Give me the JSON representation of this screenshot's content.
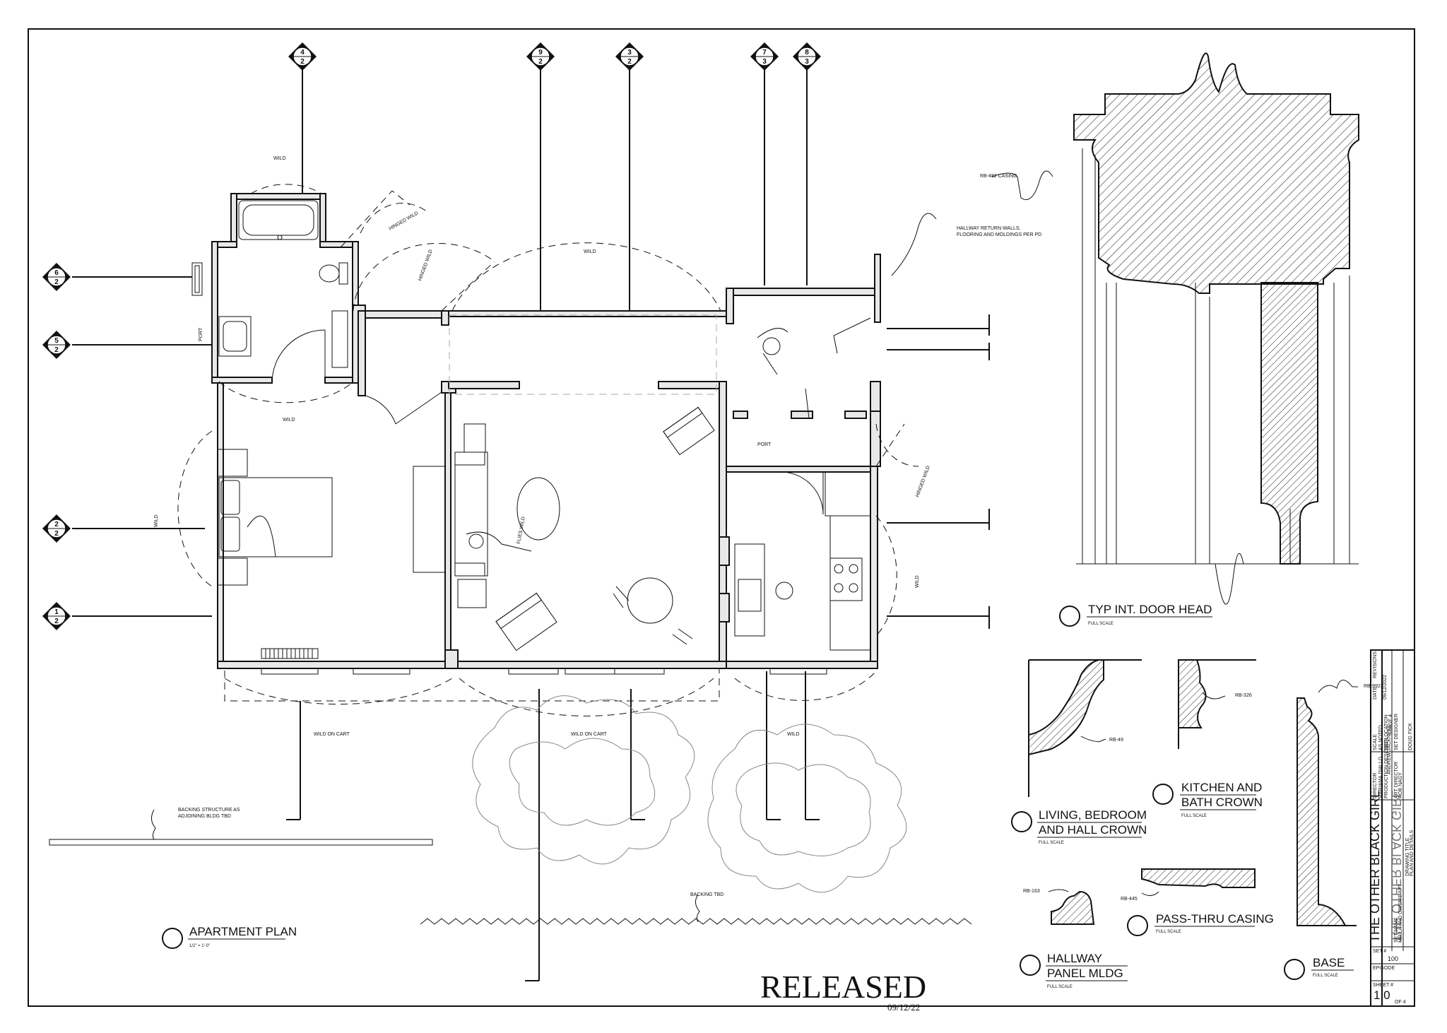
{
  "sections": [
    {
      "top": "4",
      "bottom": "2"
    },
    {
      "top": "9",
      "bottom": "2"
    },
    {
      "top": "3",
      "bottom": "2"
    },
    {
      "top": "7",
      "bottom": "3"
    },
    {
      "top": "8",
      "bottom": "3"
    },
    {
      "top": "6",
      "bottom": "2"
    },
    {
      "top": "5",
      "bottom": "2"
    },
    {
      "top": "2",
      "bottom": "2"
    },
    {
      "top": "1",
      "bottom": "2"
    }
  ],
  "plan_notes": {
    "wild_top": "WILD",
    "wild_mid": "WILD",
    "wild_bath": "WILD",
    "wild_bed": "WILD",
    "hinged_wild_1": "HINGED WILD",
    "hinged_wild_2": "HINGED WILD",
    "hinged_wild_3": "HINGED WILD",
    "port_bath": "PORT",
    "port_kitchen": "PORT",
    "wild_kitchen": "WILD",
    "wild_on_cart_1": "WILD ON CART",
    "wild_on_cart_2": "WILD ON CART",
    "wild_bottom": "WILD",
    "flies_wild": "FLIES WILD",
    "backing_structure_1": "BACKING STRUCTURE AS",
    "backing_structure_2": "ADJOINING BLDG TBD",
    "backing_tbd": "BACKING TBD",
    "hallway_return_1": "HALLWAY RETURN WALLS,",
    "hallway_return_2": "FLOORING AND MOLDINGS PER PD"
  },
  "details": {
    "door_head": {
      "title": "TYP INT. DOOR HEAD",
      "scale": "FULL SCALE",
      "callout": "RB-482 CASING"
    },
    "living_crown": {
      "title_1": "LIVING, BEDROOM",
      "title_2": "AND HALL CROWN",
      "scale": "FULL SCALE",
      "callout": "RB-49"
    },
    "kitchen_crown": {
      "title_1": "KITCHEN AND",
      "title_2": "BATH CROWN",
      "scale": "FULL SCALE",
      "callout": "RB-326"
    },
    "panel_mldg": {
      "title_1": "HALLWAY",
      "title_2": "PANEL MLDG",
      "scale": "FULL SCALE",
      "callout": "RB-163"
    },
    "pass_thru": {
      "title": "PASS-THRU CASING",
      "scale": "FULL SCALE",
      "callout": "RB-445"
    },
    "base": {
      "title": "BASE",
      "scale": "FULL SCALE",
      "callout": "RB-9923"
    }
  },
  "plan_title": {
    "title": "APARTMENT PLAN",
    "scale": "1/2\" = 1'-0\""
  },
  "stamp": {
    "text": "RELEASED",
    "date": "09/12/22"
  },
  "title_block": {
    "show_name": "THE OTHER BLACK GIRL",
    "show_name_mirror": "THE OTHER BLACK GIRL",
    "set_label": "SET NAME",
    "set_name": "NELLA AND OWEN'S APT",
    "drawing_label": "DRAWING TITLE",
    "drawing_title": "PLAN AND DETAILS",
    "director_label": "DIRECTOR",
    "director": "MARIAMA DIALLO",
    "pd_label": "PRODUCTION DESIGNER",
    "pd": "ANDREW JACKNESS",
    "ad_label": "ART DIRECTOR",
    "ad": "ROB NAGY",
    "scale_label": "SCALE",
    "scale": "AS NOTED",
    "stage_label": "SET LOCATION",
    "stage": "STAGE 4",
    "drafter_label": "SET DESIGNER",
    "drafter": "DOUG FICK",
    "date_label": "DATE",
    "date": "09/12/2022",
    "revision_label": "REVISIONS",
    "set_no_label": "SET #",
    "set_no": "100",
    "episode_label": "EPISODE",
    "sheet_label": "SHEET #",
    "sheet": "1.0",
    "of": "OF 4"
  }
}
